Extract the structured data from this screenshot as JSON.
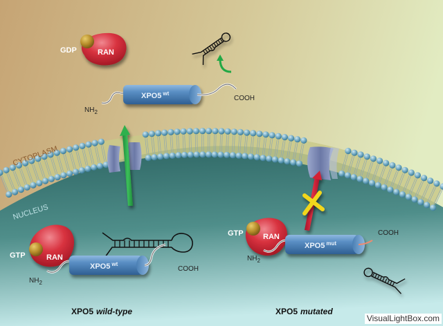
{
  "colors": {
    "cytoplasm_left": "#c9a778",
    "cytoplasm_right": "#e1e9c0",
    "nucleus_top": "#2f6a68",
    "nucleus_bottom": "#c4e8e6",
    "ran": "#d42a3a",
    "nucleotide": "#b8902c",
    "xpo5": "#5a8fc4",
    "export_arrow": "#2ea84a",
    "blocked_arrow": "#d42035",
    "block_mark": "#f2d61e",
    "membrane_head": "#6fa8c2",
    "pore": "#7f8fb8"
  },
  "compartments": {
    "cytoplasm": "CYTOPLASM",
    "nucleus": "NUCLEUS"
  },
  "cytoplasm_complex": {
    "nucleotide": "GDP",
    "ran": "RAN",
    "xpo5_name": "XPO5",
    "xpo5_sup": "wt",
    "n_term": "NH",
    "n_term_sub": "2",
    "c_term": "COOH"
  },
  "wt_complex": {
    "nucleotide": "GTP",
    "ran": "RAN",
    "xpo5_name": "XPO5",
    "xpo5_sup": "wt",
    "n_term": "NH",
    "n_term_sub": "2",
    "c_term": "COOH"
  },
  "mut_complex": {
    "nucleotide": "GTP",
    "ran": "RAN",
    "xpo5_name": "XPO5",
    "xpo5_sup": "mut",
    "n_term": "NH",
    "n_term_sub": "2",
    "c_term": "COOH"
  },
  "captions": {
    "wt_gene": "XPO5",
    "wt_state": "wild-type",
    "mut_gene": "XPO5",
    "mut_state": "mutated"
  },
  "watermark": "VisualLightBox.com"
}
